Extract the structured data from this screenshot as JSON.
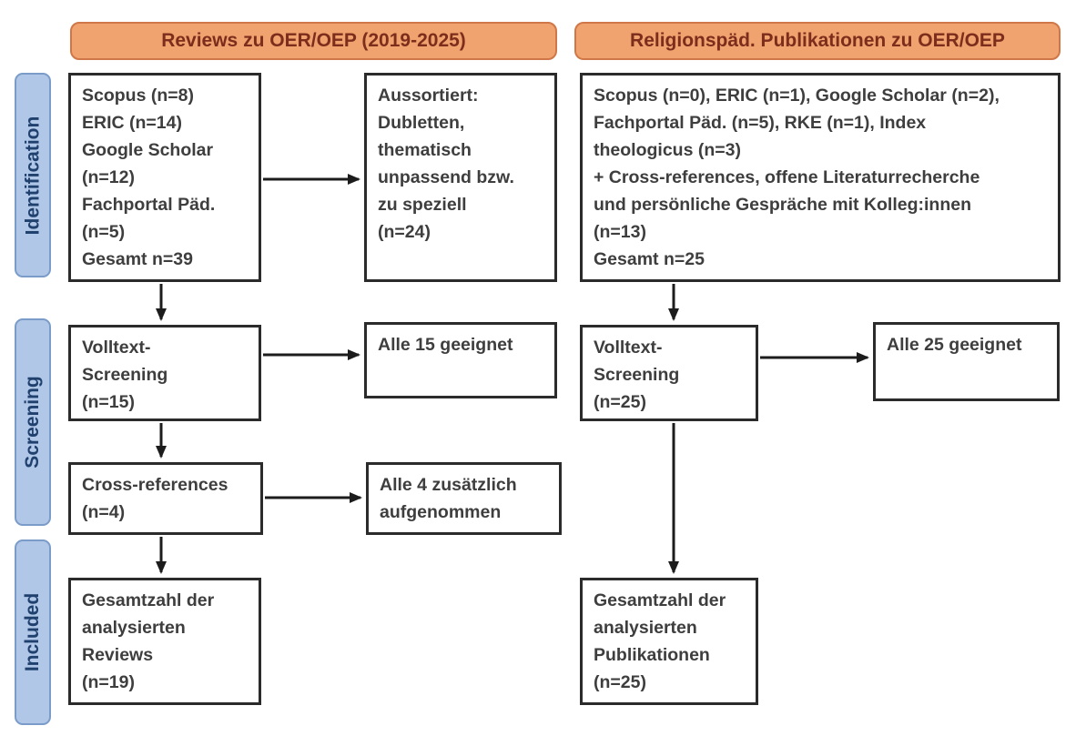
{
  "colors": {
    "header_fill": "#f1a36f",
    "header_border": "#cf7748",
    "header_text": "#7c2d1c",
    "stage_fill": "#b0c7e8",
    "stage_border": "#7b9cc9",
    "stage_text": "#20406e",
    "box_border": "#2b2b2b",
    "box_text": "#3e3e3e",
    "arrow": "#1c1c1c"
  },
  "headers": {
    "left": "Reviews zu OER/OEP (2019-2025)",
    "right": "Religionspäd. Publikationen zu OER/OEP"
  },
  "stages": {
    "identification": "Identification",
    "screening": "Screening",
    "included": "Included"
  },
  "boxes": {
    "left_sources": "Scopus (n=8)\nERIC (n=14)\nGoogle Scholar\n(n=12)\nFachportal Päd.\n(n=5)\nGesamt n=39",
    "sorted_out": "Aussortiert:\nDubletten,\nthematisch\nunpassend bzw.\nzu speziell\n(n=24)",
    "right_sources": "Scopus (n=0), ERIC (n=1), Google Scholar (n=2),\nFachportal Päd. (n=5), RKE (n=1), Index\ntheologicus (n=3)\n+ Cross-references, offene Literaturrecherche\nund persönliche Gespräche mit Kolleg:innen\n(n=13)\nGesamt n=25",
    "fulltext_left": "Volltext-\nScreening\n(n=15)",
    "eligible_left": "Alle 15 geeignet",
    "fulltext_right": "Volltext-\nScreening\n(n=25)",
    "eligible_right": "Alle 25 geeignet",
    "cross_references": "Cross-references\n(n=4)",
    "cross_included": "Alle 4 zusätzlich\naufgenommen",
    "total_left": "Gesamtzahl der\nanalysierten\nReviews\n(n=19)",
    "total_right": "Gesamtzahl der\nanalysierten\nPublikationen\n(n=25)"
  }
}
